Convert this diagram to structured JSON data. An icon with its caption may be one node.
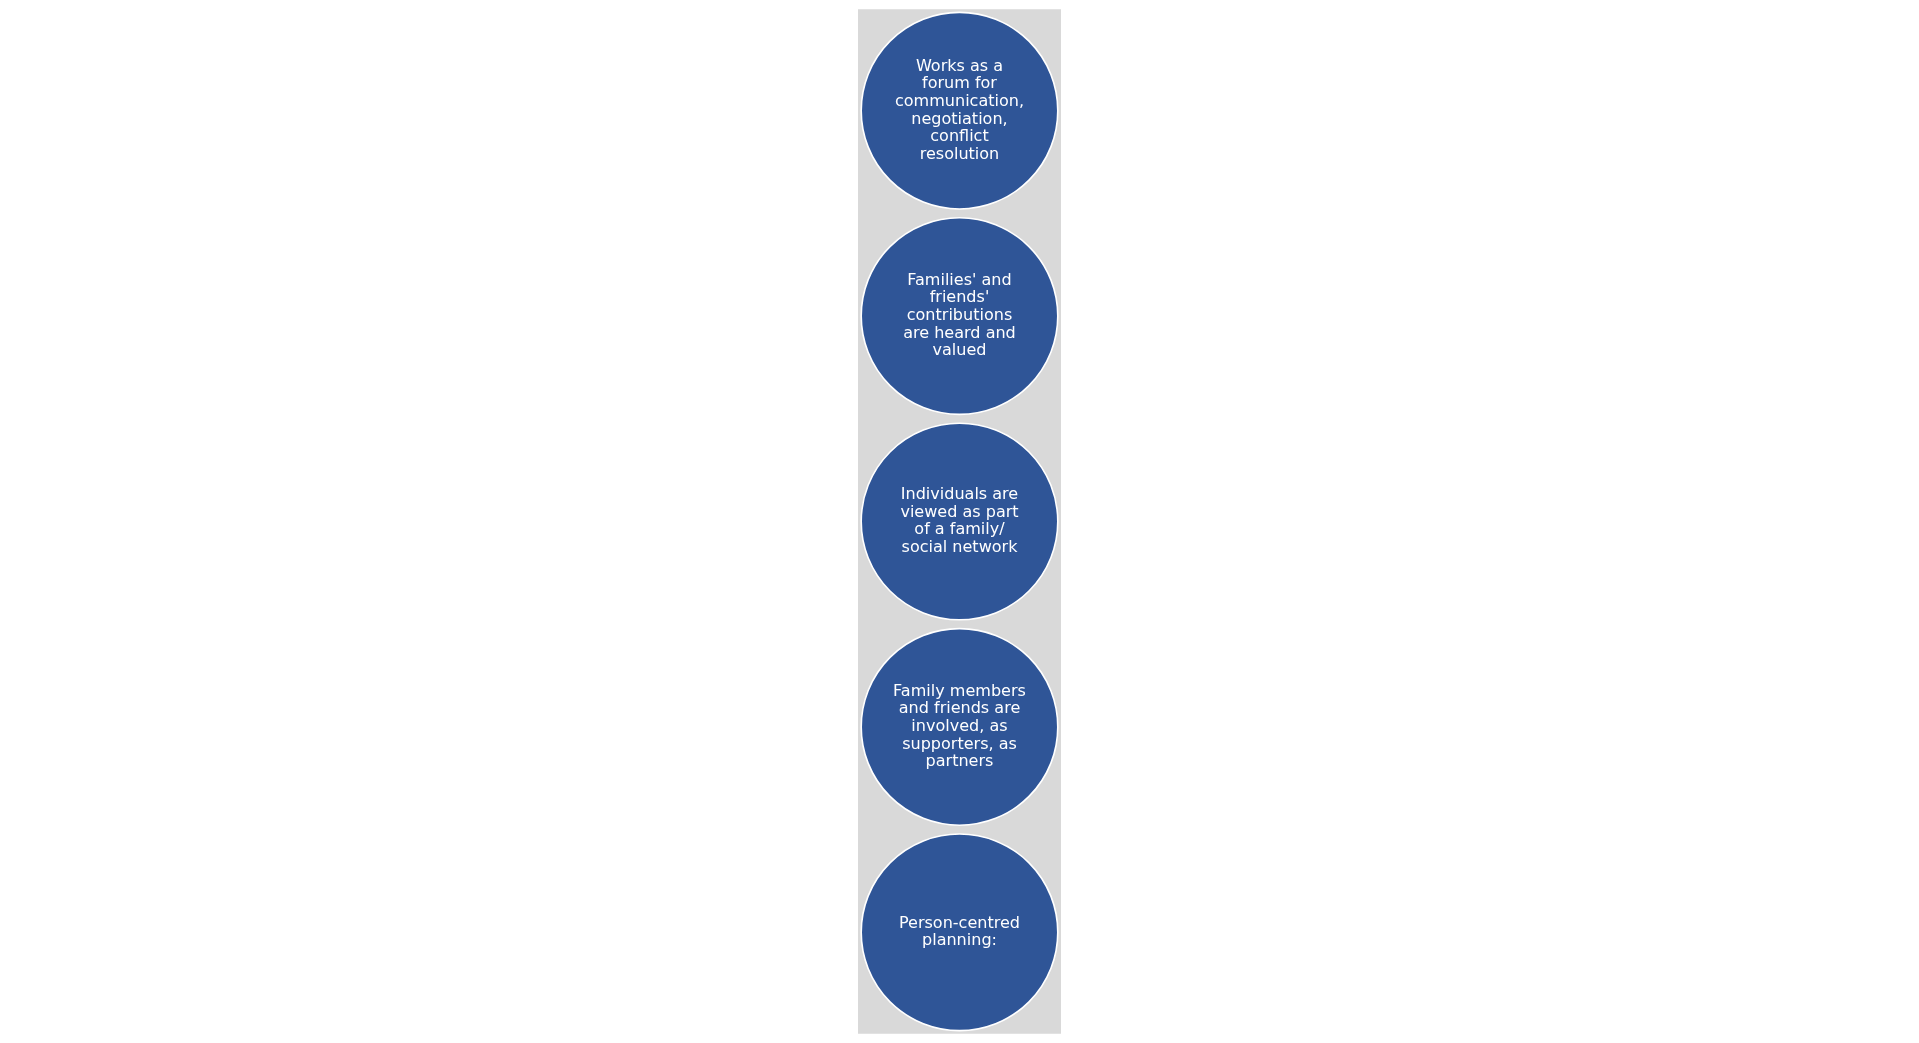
{
  "diagram": {
    "nodes": [
      {
        "text": [
          "Person-centred planning:"
        ]
      },
      {
        "text": [
          "Family members and friends are involved, as supporters, as partners"
        ]
      },
      {
        "text": [
          "Individuals are viewed as part of a family/ social network"
        ]
      },
      {
        "text": [
          "Families' and friends' contributions are heard and valued"
        ]
      },
      {
        "text": [
          "Works as a forum for communication, negotiation, conflict resolution"
        ]
      }
    ]
  }
}
